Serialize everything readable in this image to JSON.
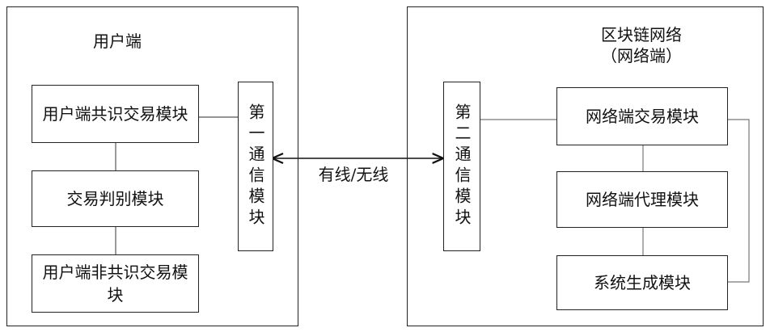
{
  "user_side": {
    "title": "用户端",
    "consensus_module": "用户端共识交易模块",
    "judge_module": "交易判别模块",
    "non_consensus_module": "用户端非共识交易模块",
    "comm_module": "第一通信模块"
  },
  "network_side": {
    "title_line1": "区块链网络",
    "title_line2": "（网络端）",
    "comm_module": "第二通信模块",
    "trade_module": "网络端交易模块",
    "proxy_module": "网络端代理模块",
    "system_module": "系统生成模块"
  },
  "link": {
    "label": "有线/无线"
  }
}
